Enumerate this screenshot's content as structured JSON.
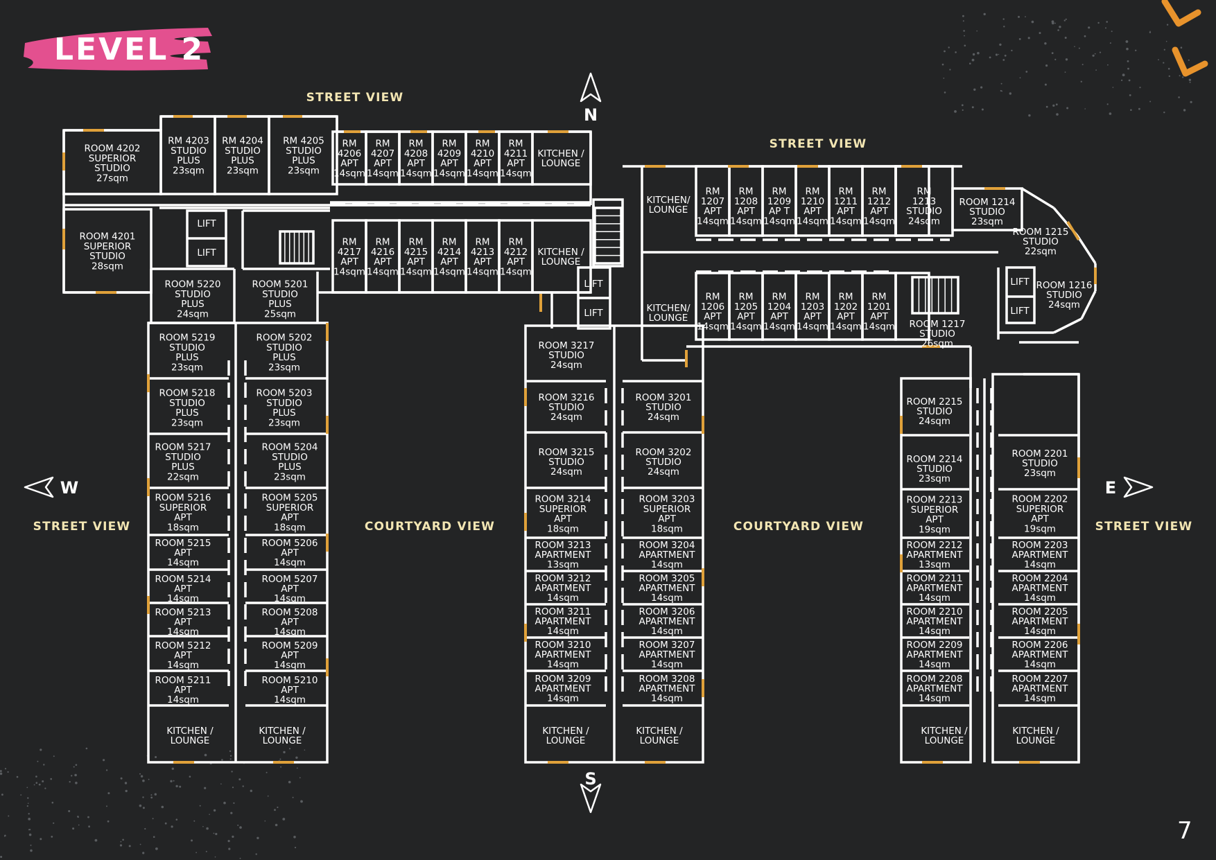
{
  "title": "LEVEL 2",
  "page_number": "7",
  "colors": {
    "background": "#232425",
    "title_brush": "#e3508f",
    "window": "#e0a13a",
    "label": "#f3e6b3",
    "accent": "#e8932c"
  },
  "view_labels": [
    {
      "id": "street-view-north-left",
      "text": "STREET VIEW"
    },
    {
      "id": "street-view-north-right",
      "text": "STREET VIEW"
    },
    {
      "id": "street-view-west",
      "text": "STREET VIEW"
    },
    {
      "id": "street-view-east",
      "text": "STREET VIEW"
    },
    {
      "id": "courtyard-view-left",
      "text": "COURTYARD VIEW"
    },
    {
      "id": "courtyard-view-right",
      "text": "COURTYARD VIEW"
    }
  ],
  "compass": {
    "north": "N",
    "south": "S",
    "west": "W",
    "east": "E"
  },
  "rooms": [
    {
      "id": "4202",
      "lines": [
        "ROOM 4202",
        "SUPERIOR",
        "STUDIO",
        "27sqm"
      ]
    },
    {
      "id": "4201",
      "lines": [
        "ROOM 4201",
        "SUPERIOR",
        "STUDIO",
        "28sqm"
      ]
    },
    {
      "id": "4203",
      "lines": [
        "RM 4203",
        "STUDIO",
        "PLUS",
        "23sqm"
      ]
    },
    {
      "id": "4204",
      "lines": [
        "RM 4204",
        "STUDIO",
        "PLUS",
        "23sqm"
      ]
    },
    {
      "id": "4205",
      "lines": [
        "RM 4205",
        "STUDIO",
        "PLUS",
        "23sqm"
      ]
    },
    {
      "id": "4206",
      "lines": [
        "RM",
        "4206",
        "APT",
        "14sqm"
      ]
    },
    {
      "id": "4207",
      "lines": [
        "RM",
        "4207",
        "APT",
        "14sqm"
      ]
    },
    {
      "id": "4208",
      "lines": [
        "RM",
        "4208",
        "APT",
        "14sqm"
      ]
    },
    {
      "id": "4209",
      "lines": [
        "RM",
        "4209",
        "APT",
        "14sqm"
      ]
    },
    {
      "id": "4210",
      "lines": [
        "RM",
        "4210",
        "APT",
        "14sqm"
      ]
    },
    {
      "id": "4211",
      "lines": [
        "RM",
        "4211",
        "APT",
        "14sqm"
      ]
    },
    {
      "id": "kl-4a",
      "lines": [
        "KITCHEN /",
        "LOUNGE"
      ]
    },
    {
      "id": "4217",
      "lines": [
        "RM",
        "4217",
        "APT",
        "14sqm"
      ]
    },
    {
      "id": "4216",
      "lines": [
        "RM",
        "4216",
        "APT",
        "14sqm"
      ]
    },
    {
      "id": "4215",
      "lines": [
        "RM",
        "4215",
        "APT",
        "14sqm"
      ]
    },
    {
      "id": "4214",
      "lines": [
        "RM",
        "4214",
        "APT",
        "14sqm"
      ]
    },
    {
      "id": "4213",
      "lines": [
        "RM",
        "4213",
        "APT",
        "14sqm"
      ]
    },
    {
      "id": "4212",
      "lines": [
        "RM",
        "4212",
        "APT",
        "14sqm"
      ]
    },
    {
      "id": "kl-4b",
      "lines": [
        "KITCHEN /",
        "LOUNGE"
      ]
    },
    {
      "id": "lift-a1",
      "lines": [
        "LIFT"
      ]
    },
    {
      "id": "lift-a2",
      "lines": [
        "LIFT"
      ]
    },
    {
      "id": "5220",
      "lines": [
        "ROOM 5220",
        "STUDIO",
        "PLUS",
        "24sqm"
      ]
    },
    {
      "id": "5201",
      "lines": [
        "ROOM 5201",
        "STUDIO",
        "PLUS",
        "25sqm"
      ]
    },
    {
      "id": "5219",
      "lines": [
        "ROOM 5219",
        "STUDIO",
        "PLUS",
        "23sqm"
      ]
    },
    {
      "id": "5202",
      "lines": [
        "ROOM 5202",
        "STUDIO",
        "PLUS",
        "23sqm"
      ]
    },
    {
      "id": "5218",
      "lines": [
        "ROOM 5218",
        "STUDIO",
        "PLUS",
        "23sqm"
      ]
    },
    {
      "id": "5203",
      "lines": [
        "ROOM 5203",
        "STUDIO",
        "PLUS",
        "23sqm"
      ]
    },
    {
      "id": "5217",
      "lines": [
        "ROOM 5217",
        "STUDIO",
        "PLUS",
        "22sqm"
      ]
    },
    {
      "id": "5204",
      "lines": [
        "ROOM 5204",
        "STUDIO",
        "PLUS",
        "23sqm"
      ]
    },
    {
      "id": "5216",
      "lines": [
        "ROOM 5216",
        "SUPERIOR",
        "APT",
        "18sqm"
      ]
    },
    {
      "id": "5205",
      "lines": [
        "ROOM 5205",
        "SUPERIOR",
        "APT",
        "18sqm"
      ]
    },
    {
      "id": "5215",
      "lines": [
        "ROOM 5215",
        "APT",
        "14sqm"
      ]
    },
    {
      "id": "5206",
      "lines": [
        "ROOM 5206",
        "APT",
        "14sqm"
      ]
    },
    {
      "id": "5214",
      "lines": [
        "ROOM 5214",
        "APT",
        "14sqm"
      ]
    },
    {
      "id": "5207",
      "lines": [
        "ROOM 5207",
        "APT",
        "14sqm"
      ]
    },
    {
      "id": "5213",
      "lines": [
        "ROOM 5213",
        "APT",
        "14sqm"
      ]
    },
    {
      "id": "5208",
      "lines": [
        "ROOM 5208",
        "APT",
        "14sqm"
      ]
    },
    {
      "id": "5212",
      "lines": [
        "ROOM 5212",
        "APT",
        "14sqm"
      ]
    },
    {
      "id": "5209",
      "lines": [
        "ROOM 5209",
        "APT",
        "14sqm"
      ]
    },
    {
      "id": "5211",
      "lines": [
        "ROOM 5211",
        "APT",
        "14sqm"
      ]
    },
    {
      "id": "5210",
      "lines": [
        "ROOM 5210",
        "APT",
        "14sqm"
      ]
    },
    {
      "id": "kl-5a",
      "lines": [
        "KITCHEN /",
        "LOUNGE"
      ]
    },
    {
      "id": "kl-5b",
      "lines": [
        "KITCHEN /",
        "LOUNGE"
      ]
    },
    {
      "id": "lift-b1",
      "lines": [
        "LIFT"
      ]
    },
    {
      "id": "lift-b2",
      "lines": [
        "LIFT"
      ]
    },
    {
      "id": "3217",
      "lines": [
        "ROOM 3217",
        "STUDIO",
        "24sqm"
      ]
    },
    {
      "id": "3216",
      "lines": [
        "ROOM 3216",
        "STUDIO",
        "24sqm"
      ]
    },
    {
      "id": "3201",
      "lines": [
        "ROOM 3201",
        "STUDIO",
        "24sqm"
      ]
    },
    {
      "id": "3215",
      "lines": [
        "ROOM 3215",
        "STUDIO",
        "24sqm"
      ]
    },
    {
      "id": "3202",
      "lines": [
        "ROOM 3202",
        "STUDIO",
        "24sqm"
      ]
    },
    {
      "id": "3214",
      "lines": [
        "ROOM 3214",
        "SUPERIOR",
        "APT",
        "18sqm"
      ]
    },
    {
      "id": "3203",
      "lines": [
        "ROOM 3203",
        "SUPERIOR",
        "APT",
        "18sqm"
      ]
    },
    {
      "id": "3213",
      "lines": [
        "ROOM 3213",
        "APARTMENT",
        "13sqm"
      ]
    },
    {
      "id": "3204",
      "lines": [
        "ROOM 3204",
        "APARTMENT",
        "14sqm"
      ]
    },
    {
      "id": "3212",
      "lines": [
        "ROOM 3212",
        "APARTMENT",
        "14sqm"
      ]
    },
    {
      "id": "3205",
      "lines": [
        "ROOM 3205",
        "APARTMENT",
        "14sqm"
      ]
    },
    {
      "id": "3211",
      "lines": [
        "ROOM 3211",
        "APARTMENT",
        "14sqm"
      ]
    },
    {
      "id": "3206",
      "lines": [
        "ROOM 3206",
        "APARTMENT",
        "14sqm"
      ]
    },
    {
      "id": "3210",
      "lines": [
        "ROOM 3210",
        "APARTMENT",
        "14sqm"
      ]
    },
    {
      "id": "3207",
      "lines": [
        "ROOM 3207",
        "APARTMENT",
        "14sqm"
      ]
    },
    {
      "id": "3209",
      "lines": [
        "ROOM 3209",
        "APARTMENT",
        "14sqm"
      ]
    },
    {
      "id": "3208",
      "lines": [
        "ROOM 3208",
        "APARTMENT",
        "14sqm"
      ]
    },
    {
      "id": "kl-3a",
      "lines": [
        "KITCHEN /",
        "LOUNGE"
      ]
    },
    {
      "id": "kl-3b",
      "lines": [
        "KITCHEN /",
        "LOUNGE"
      ]
    },
    {
      "id": "kl-1a",
      "lines": [
        "KITCHEN/",
        "LOUNGE"
      ]
    },
    {
      "id": "1207",
      "lines": [
        "RM",
        "1207",
        "APT",
        "14sqm"
      ]
    },
    {
      "id": "1208",
      "lines": [
        "RM",
        "1208",
        "APT",
        "14sqm"
      ]
    },
    {
      "id": "1209",
      "lines": [
        "RM",
        "1209",
        "AP T",
        "14sqm"
      ]
    },
    {
      "id": "1210",
      "lines": [
        "RM",
        "1210",
        "APT",
        "14sqm"
      ]
    },
    {
      "id": "1211",
      "lines": [
        "RM",
        "1211",
        "APT",
        "14sqm"
      ]
    },
    {
      "id": "1212",
      "lines": [
        "RM",
        "1212",
        "APT",
        "14sqm"
      ]
    },
    {
      "id": "1213",
      "lines": [
        "RM",
        "1213",
        "STUDIO",
        "24sqm"
      ]
    },
    {
      "id": "1214",
      "lines": [
        "ROOM 1214",
        "STUDIO",
        "23sqm"
      ]
    },
    {
      "id": "1215",
      "lines": [
        "ROOM 1215",
        "STUDIO",
        "22sqm"
      ]
    },
    {
      "id": "kl-1b",
      "lines": [
        "KITCHEN/",
        "LOUNGE"
      ]
    },
    {
      "id": "1206",
      "lines": [
        "RM",
        "1206",
        "APT",
        "14sqm"
      ]
    },
    {
      "id": "1205",
      "lines": [
        "RM",
        "1205",
        "APT",
        "14sqm"
      ]
    },
    {
      "id": "1204",
      "lines": [
        "RM",
        "1204",
        "APT",
        "14sqm"
      ]
    },
    {
      "id": "1203",
      "lines": [
        "RM",
        "1203",
        "APT",
        "14sqm"
      ]
    },
    {
      "id": "1202",
      "lines": [
        "RM",
        "1202",
        "APT",
        "14sqm"
      ]
    },
    {
      "id": "1201",
      "lines": [
        "RM",
        "1201",
        "APT",
        "14sqm"
      ]
    },
    {
      "id": "1217",
      "lines": [
        "ROOM 1217",
        "STUDIO",
        "26sqm"
      ]
    },
    {
      "id": "lift-c1",
      "lines": [
        "LIFT"
      ]
    },
    {
      "id": "lift-c2",
      "lines": [
        "LIFT"
      ]
    },
    {
      "id": "1216",
      "lines": [
        "ROOM 1216",
        "STUDIO",
        "24sqm"
      ]
    },
    {
      "id": "2215",
      "lines": [
        "ROOM 2215",
        "STUDIO",
        "24sqm"
      ]
    },
    {
      "id": "2214",
      "lines": [
        "ROOM 2214",
        "STUDIO",
        "23sqm"
      ]
    },
    {
      "id": "2201",
      "lines": [
        "ROOM 2201",
        "STUDIO",
        "23sqm"
      ]
    },
    {
      "id": "2213",
      "lines": [
        "ROOM 2213",
        "SUPERIOR",
        "APT",
        "19sqm"
      ]
    },
    {
      "id": "2202",
      "lines": [
        "ROOM 2202",
        "SUPERIOR",
        "APT",
        "19sqm"
      ]
    },
    {
      "id": "2212",
      "lines": [
        "ROOM 2212",
        "APARTMENT",
        "13sqm"
      ]
    },
    {
      "id": "2203",
      "lines": [
        "ROOM 2203",
        "APARTMENT",
        "14sqm"
      ]
    },
    {
      "id": "2211",
      "lines": [
        "ROOM 2211",
        "APARTMENT",
        "14sqm"
      ]
    },
    {
      "id": "2204",
      "lines": [
        "ROOM 2204",
        "APARTMENT",
        "14sqm"
      ]
    },
    {
      "id": "2210",
      "lines": [
        "ROOM 2210",
        "APARTMENT",
        "14sqm"
      ]
    },
    {
      "id": "2205",
      "lines": [
        "ROOM 2205",
        "APARTMENT",
        "14sqm"
      ]
    },
    {
      "id": "2209",
      "lines": [
        "ROOM 2209",
        "APARTMENT",
        "14sqm"
      ]
    },
    {
      "id": "2206",
      "lines": [
        "ROOM 2206",
        "APARTMENT",
        "14sqm"
      ]
    },
    {
      "id": "2208",
      "lines": [
        "ROOM 2208",
        "APARTMENT",
        "14sqm"
      ]
    },
    {
      "id": "2207",
      "lines": [
        "ROOM 2207",
        "APARTMENT",
        "14sqm"
      ]
    },
    {
      "id": "kl-2a",
      "lines": [
        "KITCHEN /",
        "LOUNGE"
      ]
    },
    {
      "id": "kl-2b",
      "lines": [
        "KITCHEN /",
        "LOUNGE"
      ]
    }
  ]
}
